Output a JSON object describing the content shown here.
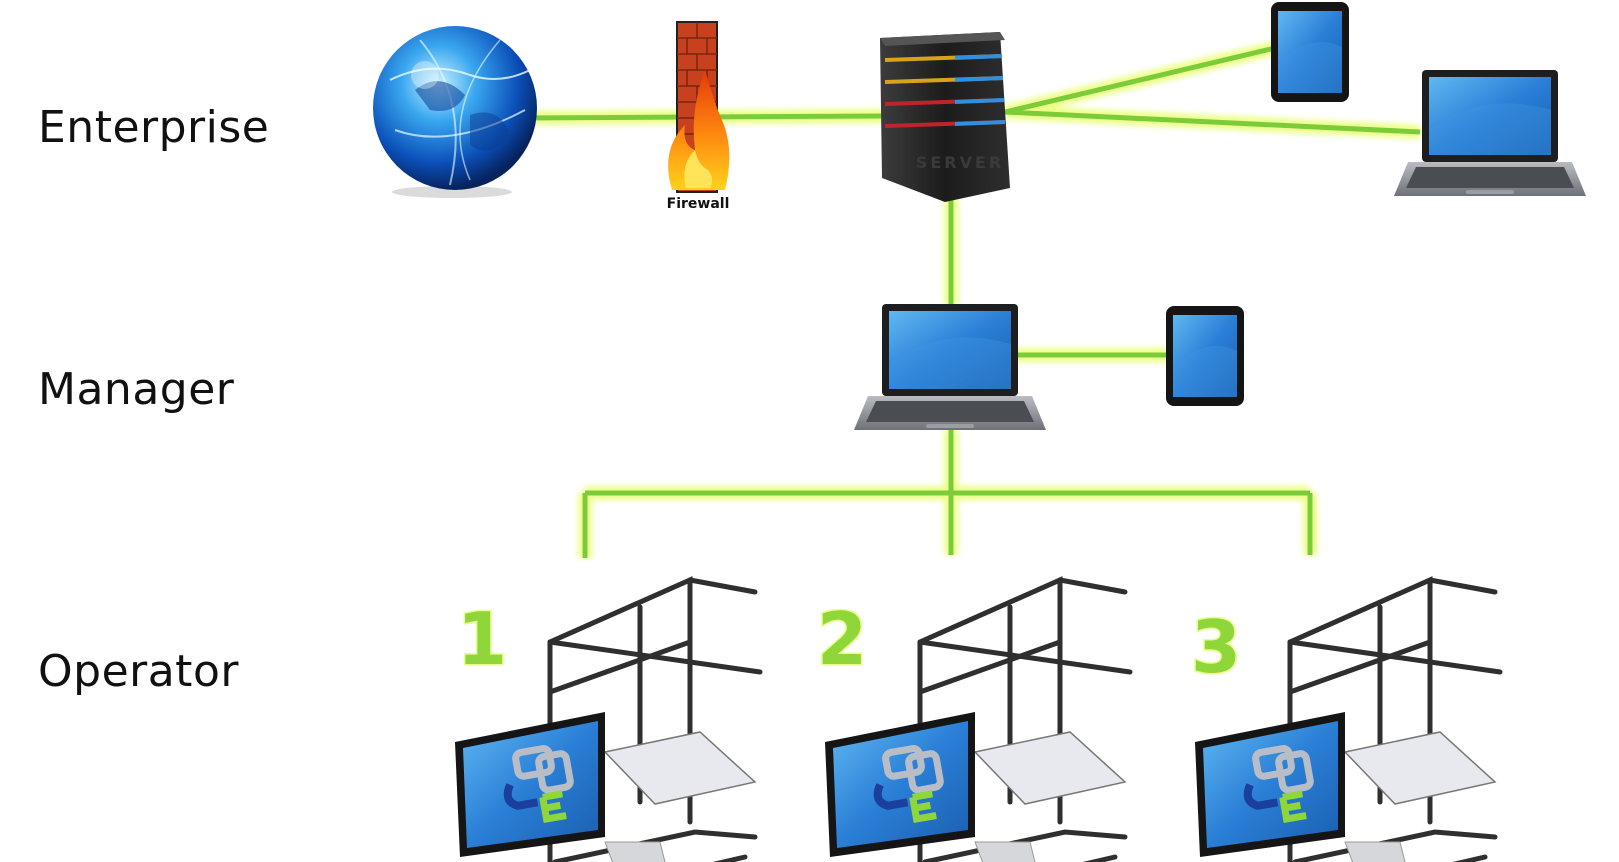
{
  "tiers": {
    "enterprise": "Enterprise",
    "manager": "Manager",
    "operator": "Operator"
  },
  "devices": {
    "firewall_label": "Firewall",
    "server_label": "SERVER"
  },
  "stations": [
    {
      "number": "1"
    },
    {
      "number": "2"
    },
    {
      "number": "3"
    }
  ],
  "colors": {
    "link": "#7ccc3a",
    "link_glow": "#eaff7a",
    "station_number": "#8fd63a",
    "screen_blue": "#2a7fd6",
    "logo_green": "#8fd63a",
    "logo_blue": "#1a3f9c"
  },
  "icons": [
    "globe-icon",
    "firewall-icon",
    "server-icon",
    "tablet-icon",
    "laptop-icon",
    "workstation-icon",
    "monitor-icon"
  ]
}
